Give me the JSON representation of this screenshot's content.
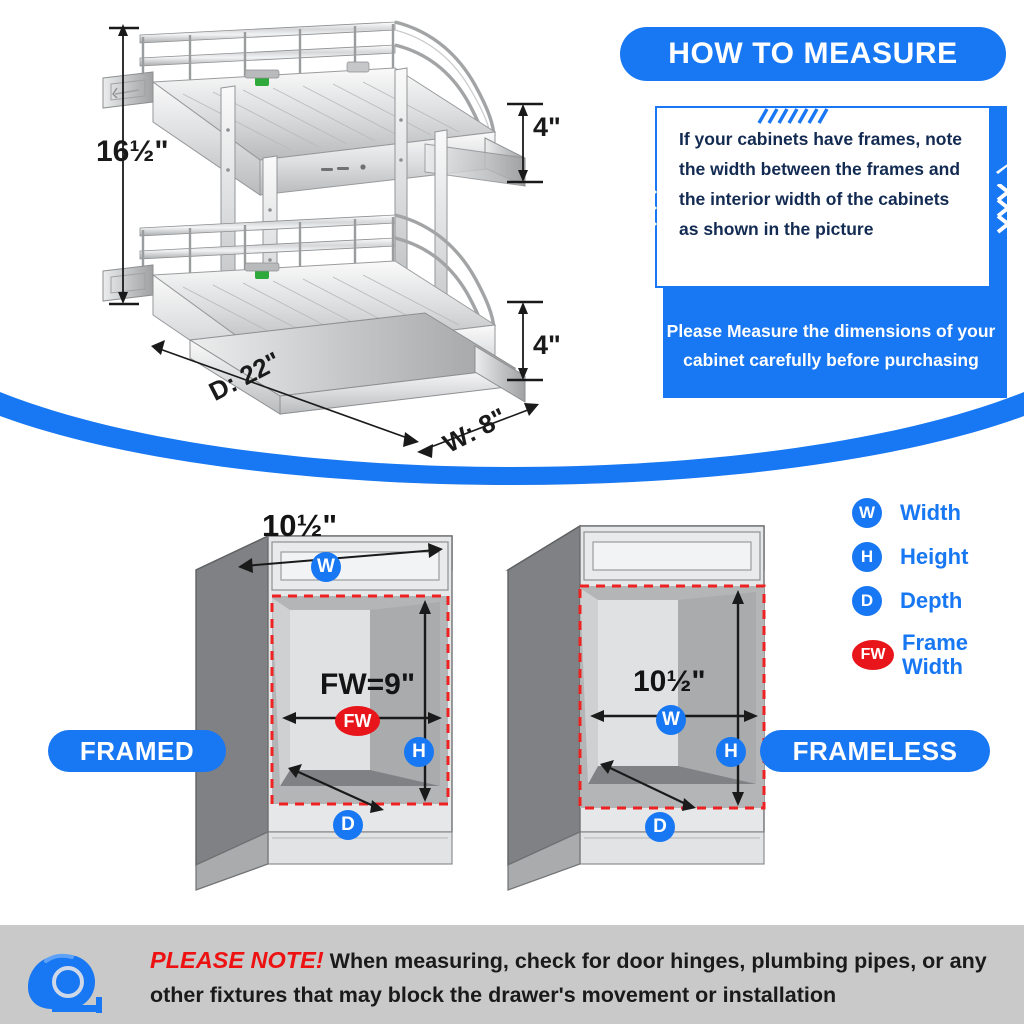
{
  "header": {
    "title": "HOW TO MEASURE"
  },
  "info_box": {
    "white_text": "If your cabinets have frames, note the width between the frames and the interior width of the cabinets as shown in the picture",
    "blue_text": "Please Measure the dimensions of your cabinet carefully before purchasing"
  },
  "product": {
    "height_label": "16½\"",
    "top_tier_label": "4\"",
    "bottom_tier_label": "4\"",
    "depth_label": "D: 22\"",
    "width_label": "W: 8\""
  },
  "cabinets": {
    "framed": {
      "pill_label": "FRAMED",
      "top_width_label_whole": "10",
      "top_width_label_frac": "1/2",
      "top_width_label_unit": "\"",
      "top_width_label": "10½\"",
      "frame_width_label": "FW=9\"",
      "badges": {
        "width": "W",
        "frame_width": "FW",
        "height": "H",
        "depth": "D"
      }
    },
    "frameless": {
      "pill_label": "FRAMELESS",
      "width_label": "10½\"",
      "badges": {
        "width": "W",
        "height": "H",
        "depth": "D"
      }
    }
  },
  "legend": {
    "items": [
      {
        "abbr": "W",
        "label": "Width",
        "color": "#1877f2",
        "shape": "circle"
      },
      {
        "abbr": "H",
        "label": "Height",
        "color": "#1877f2",
        "shape": "circle"
      },
      {
        "abbr": "D",
        "label": "Depth",
        "color": "#1877f2",
        "shape": "circle"
      },
      {
        "abbr": "FW",
        "label": "Frame Width",
        "color": "#e8161b",
        "shape": "ellipse"
      }
    ]
  },
  "note": {
    "emphasis": "PLEASE NOTE!",
    "body": "When measuring, check for door hinges, plumbing pipes, or any other fixtures that may block the drawer's movement or installation",
    "icon": "tape-measure-icon"
  },
  "colors": {
    "brand_blue": "#1877f2",
    "alert_red": "#e8161b",
    "note_red": "#ee1111",
    "note_bar_bg": "#c9c9c9",
    "dashed_outline": "#ee2222",
    "cabinet_light": "#e6e7e8",
    "cabinet_mid": "#b4b5b7",
    "cabinet_dark": "#808184",
    "swoosh_shadow": "#808184"
  }
}
